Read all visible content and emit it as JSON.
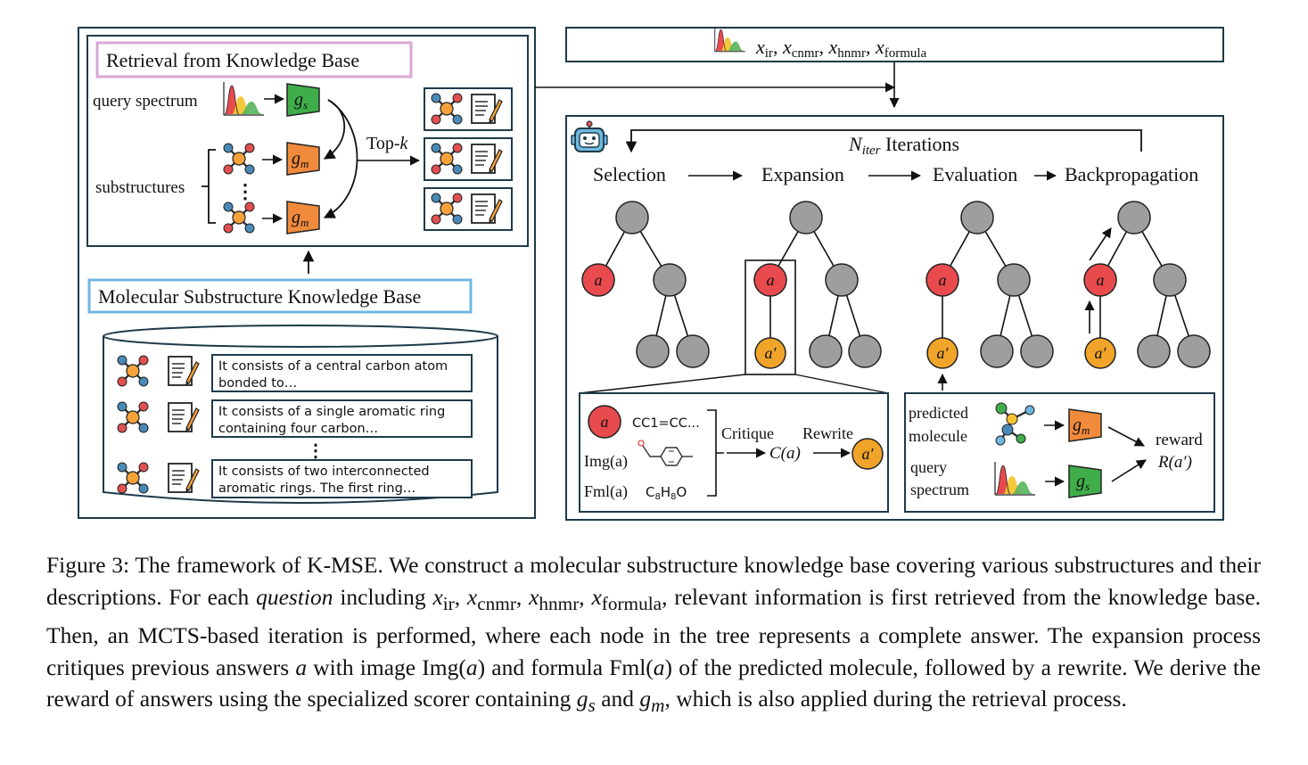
{
  "colors": {
    "frame": "#1e3a4a",
    "pink_border": "#d9a6d6",
    "blue_border": "#6fb8df",
    "node_gray": "#9e9e9e",
    "node_red": "#e84a4e",
    "node_orange": "#f0a42a",
    "gm_orange": "#f08a3c",
    "gs_green": "#3fae4a",
    "mol_blue": "#4a8ab8",
    "mol_red": "#e05050",
    "mol_orange": "#f6a23a"
  },
  "retrieval": {
    "title": "Retrieval from Knowledge Base",
    "query_spectrum_label": "query spectrum",
    "substructures_label": "substructures",
    "topk_label": "Top-",
    "topk_var": "k",
    "gs": {
      "base": "g",
      "sub": "s"
    },
    "gm": {
      "base": "g",
      "sub": "m"
    }
  },
  "knowledge_base": {
    "title": "Molecular Substructure Knowledge Base",
    "entries": [
      {
        "line1": "It consists of a central carbon atom",
        "line2": "bonded to…"
      },
      {
        "line1": "It consists of a single aromatic ring",
        "line2": "containing four carbon…"
      },
      {
        "line1": "It consists of two interconnected",
        "line2": "aromatic rings. The first ring…"
      }
    ]
  },
  "input_bar": {
    "items": [
      {
        "base": "x",
        "sub": "ir"
      },
      {
        "base": "x",
        "sub": "cnmr"
      },
      {
        "base": "x",
        "sub": "hnmr"
      },
      {
        "base": "x",
        "sub": "formula"
      }
    ],
    "separator": ","
  },
  "mcts": {
    "iterations_var": "N",
    "iterations_sub": "iter",
    "iterations_label": "Iterations",
    "stages": [
      "Selection",
      "Expansion",
      "Evaluation",
      "Backpropagation"
    ],
    "node_a": "a",
    "node_a_prime": "a′"
  },
  "expansion_detail": {
    "smiles": "CC1=CC...",
    "img_label": "Img(a)",
    "fml_label": "Fml(a)",
    "formula_parts": [
      "C",
      "8",
      "H",
      "8",
      "O"
    ],
    "critique_label": "Critique",
    "critique_expr": "C(a)",
    "rewrite_label": "Rewrite"
  },
  "evaluation_detail": {
    "predicted_line1": "predicted",
    "predicted_line2": "molecule",
    "query_line1": "query",
    "query_line2": "spectrum",
    "reward_label": "reward",
    "reward_expr": "R(a′)"
  },
  "caption": {
    "p1": "Figure 3: The framework of K-MSE. We construct a molecular substructure knowledge base covering various substructures and their descriptions. For each ",
    "question": "question",
    "p2": " including ",
    "vars": "x",
    "p3": ", relevant information is first retrieved from the knowledge base. Then, an MCTS-based iteration is performed, where each node in the tree represents a complete answer. The expansion process critiques previous answers ",
    "a": "a",
    "p4": " with image Img(",
    "p5": ") and formula Fml(",
    "p6": ") of the predicted molecule, followed by a rewrite. We derive the reward of answers using the specialized scorer containing ",
    "gs": "g",
    "gs_sub": "s",
    "p7": " and ",
    "gm": "g",
    "gm_sub": "m",
    "p8": ", which is also applied during the retrieval process."
  }
}
